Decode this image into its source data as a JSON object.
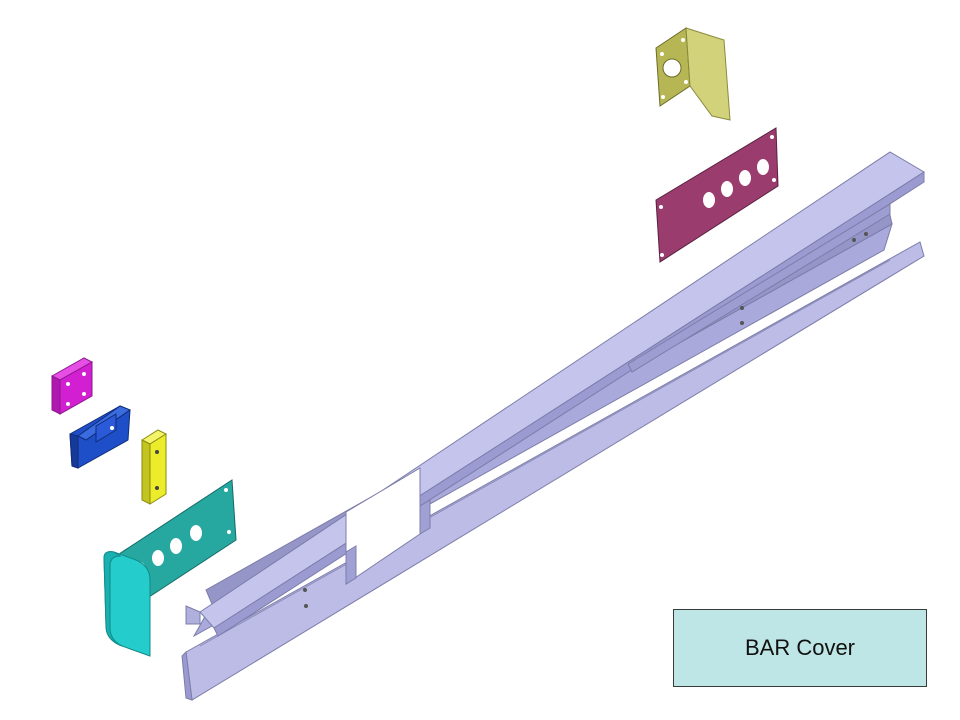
{
  "caption": {
    "label": "BAR Cover"
  },
  "parts": [
    {
      "name": "bar-cover-upper-channel",
      "color": "#c4c4ec"
    },
    {
      "name": "bar-cover-lower-channel",
      "color": "#bcbce6"
    },
    {
      "name": "olive-bracket",
      "color": "#c9c96a"
    },
    {
      "name": "maroon-plate",
      "color": "#9a3c6e"
    },
    {
      "name": "magenta-block",
      "color": "#d21fd2"
    },
    {
      "name": "blue-clip",
      "color": "#1f4fc8"
    },
    {
      "name": "yellow-bar",
      "color": "#ecec2a"
    },
    {
      "name": "teal-plate",
      "color": "#26a8a0"
    },
    {
      "name": "cyan-end-cap",
      "color": "#24cccc"
    }
  ]
}
